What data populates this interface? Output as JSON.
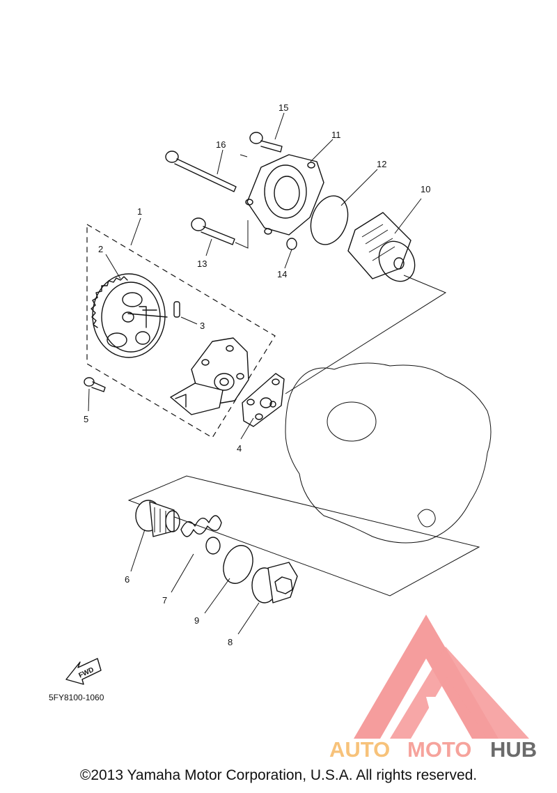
{
  "callouts": {
    "n1": "1",
    "n2": "2",
    "n3": "3",
    "n4": "4",
    "n5": "5",
    "n6": "6",
    "n7": "7",
    "n8": "8",
    "n9": "9",
    "n10": "10",
    "n11": "11",
    "n12": "12",
    "n13": "13",
    "n14": "14",
    "n15": "15",
    "n16": "16"
  },
  "fwd_label": "FWD",
  "drawing_code": "5FY8100-1060",
  "watermark": {
    "word_part1": "AUTO",
    "word_part2": "MOTO",
    "word_part3": "HUB",
    "colors": {
      "auto": "#f7c27a",
      "moto": "#f6a39c",
      "hub": "#6b6b6b",
      "logo": "#f48c8c"
    }
  },
  "copyright": "©2013 Yamaha Motor Corporation, U.S.A. All rights reserved."
}
